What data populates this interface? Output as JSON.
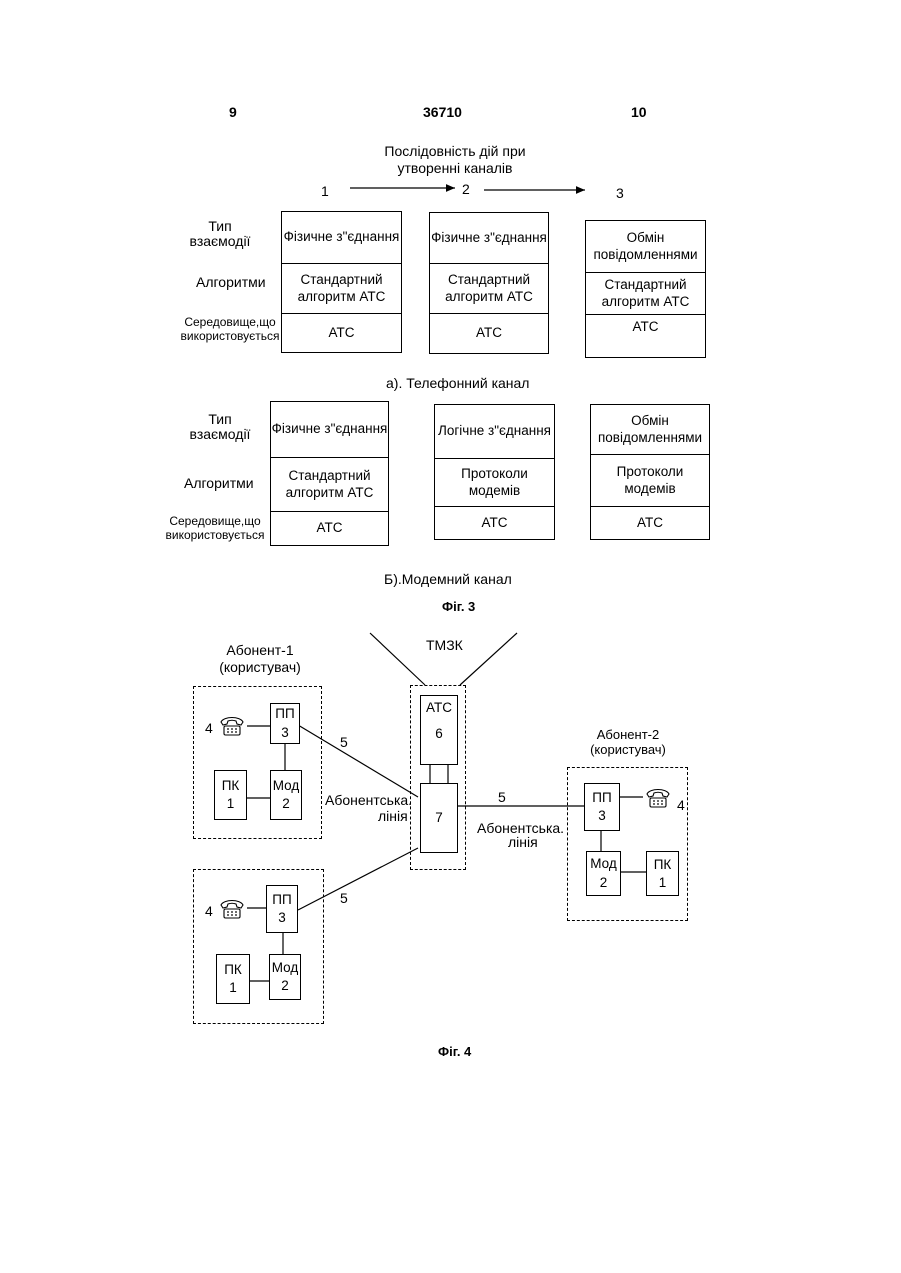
{
  "header": {
    "page_left": "9",
    "doc_number": "36710",
    "page_right": "10"
  },
  "fig3": {
    "title_line1": "Послідовність дій при",
    "title_line2": "утворенні каналів",
    "step1": "1",
    "step2": "2",
    "step3": "3",
    "row_labels": {
      "type_line1": "Тип",
      "type_line2": "взаємодії",
      "algorithms": "Алгоритми",
      "env_line1": "Середовище,що",
      "env_line2": "використовується"
    },
    "part_a": {
      "caption": "а). Телефонний канал",
      "boxes": [
        {
          "type": "Фізичне з\"єднання",
          "algorithm": "Стандартний алгоритм АТС",
          "env": "АТС"
        },
        {
          "type": "Фізичне з\"єднання",
          "algorithm": "Стандартний алгоритм АТС",
          "env": "АТС"
        },
        {
          "type": "Обмін повідомленнями",
          "algorithm": "Стандартний алгоритм АТС",
          "env": "АТС"
        }
      ]
    },
    "part_b": {
      "caption": "Б).Модемний канал",
      "boxes": [
        {
          "type": "Фізичне з\"єднання",
          "algorithm": "Стандартний алгоритм АТС",
          "env": "АТС"
        },
        {
          "type": "Логічне з\"єднання",
          "algorithm": "Протоколи модемів",
          "env": "АТС"
        },
        {
          "type": "Обмін повідомленнями",
          "algorithm": "Протоколи модемів",
          "env": "АТС"
        }
      ]
    },
    "label": "Фіг. 3"
  },
  "fig4": {
    "network": "ТМЗК",
    "exchange": {
      "name": "АТС",
      "num_top": "6",
      "num_bottom": "7"
    },
    "subscriber1": {
      "line1": "Абонент-1",
      "line2": "(користувач)"
    },
    "subscriber2": {
      "line1": "Абонент-2",
      "line2": "(користувач)"
    },
    "pp": "ПП",
    "pp_num": "3",
    "mod": "Мод",
    "mod_num": "2",
    "pc": "ПК",
    "pc_num": "1",
    "phone_num": "4",
    "line_num": "5",
    "line_label1": "Абонентська.",
    "line_label2": "лінія",
    "label": "Фіг. 4"
  }
}
